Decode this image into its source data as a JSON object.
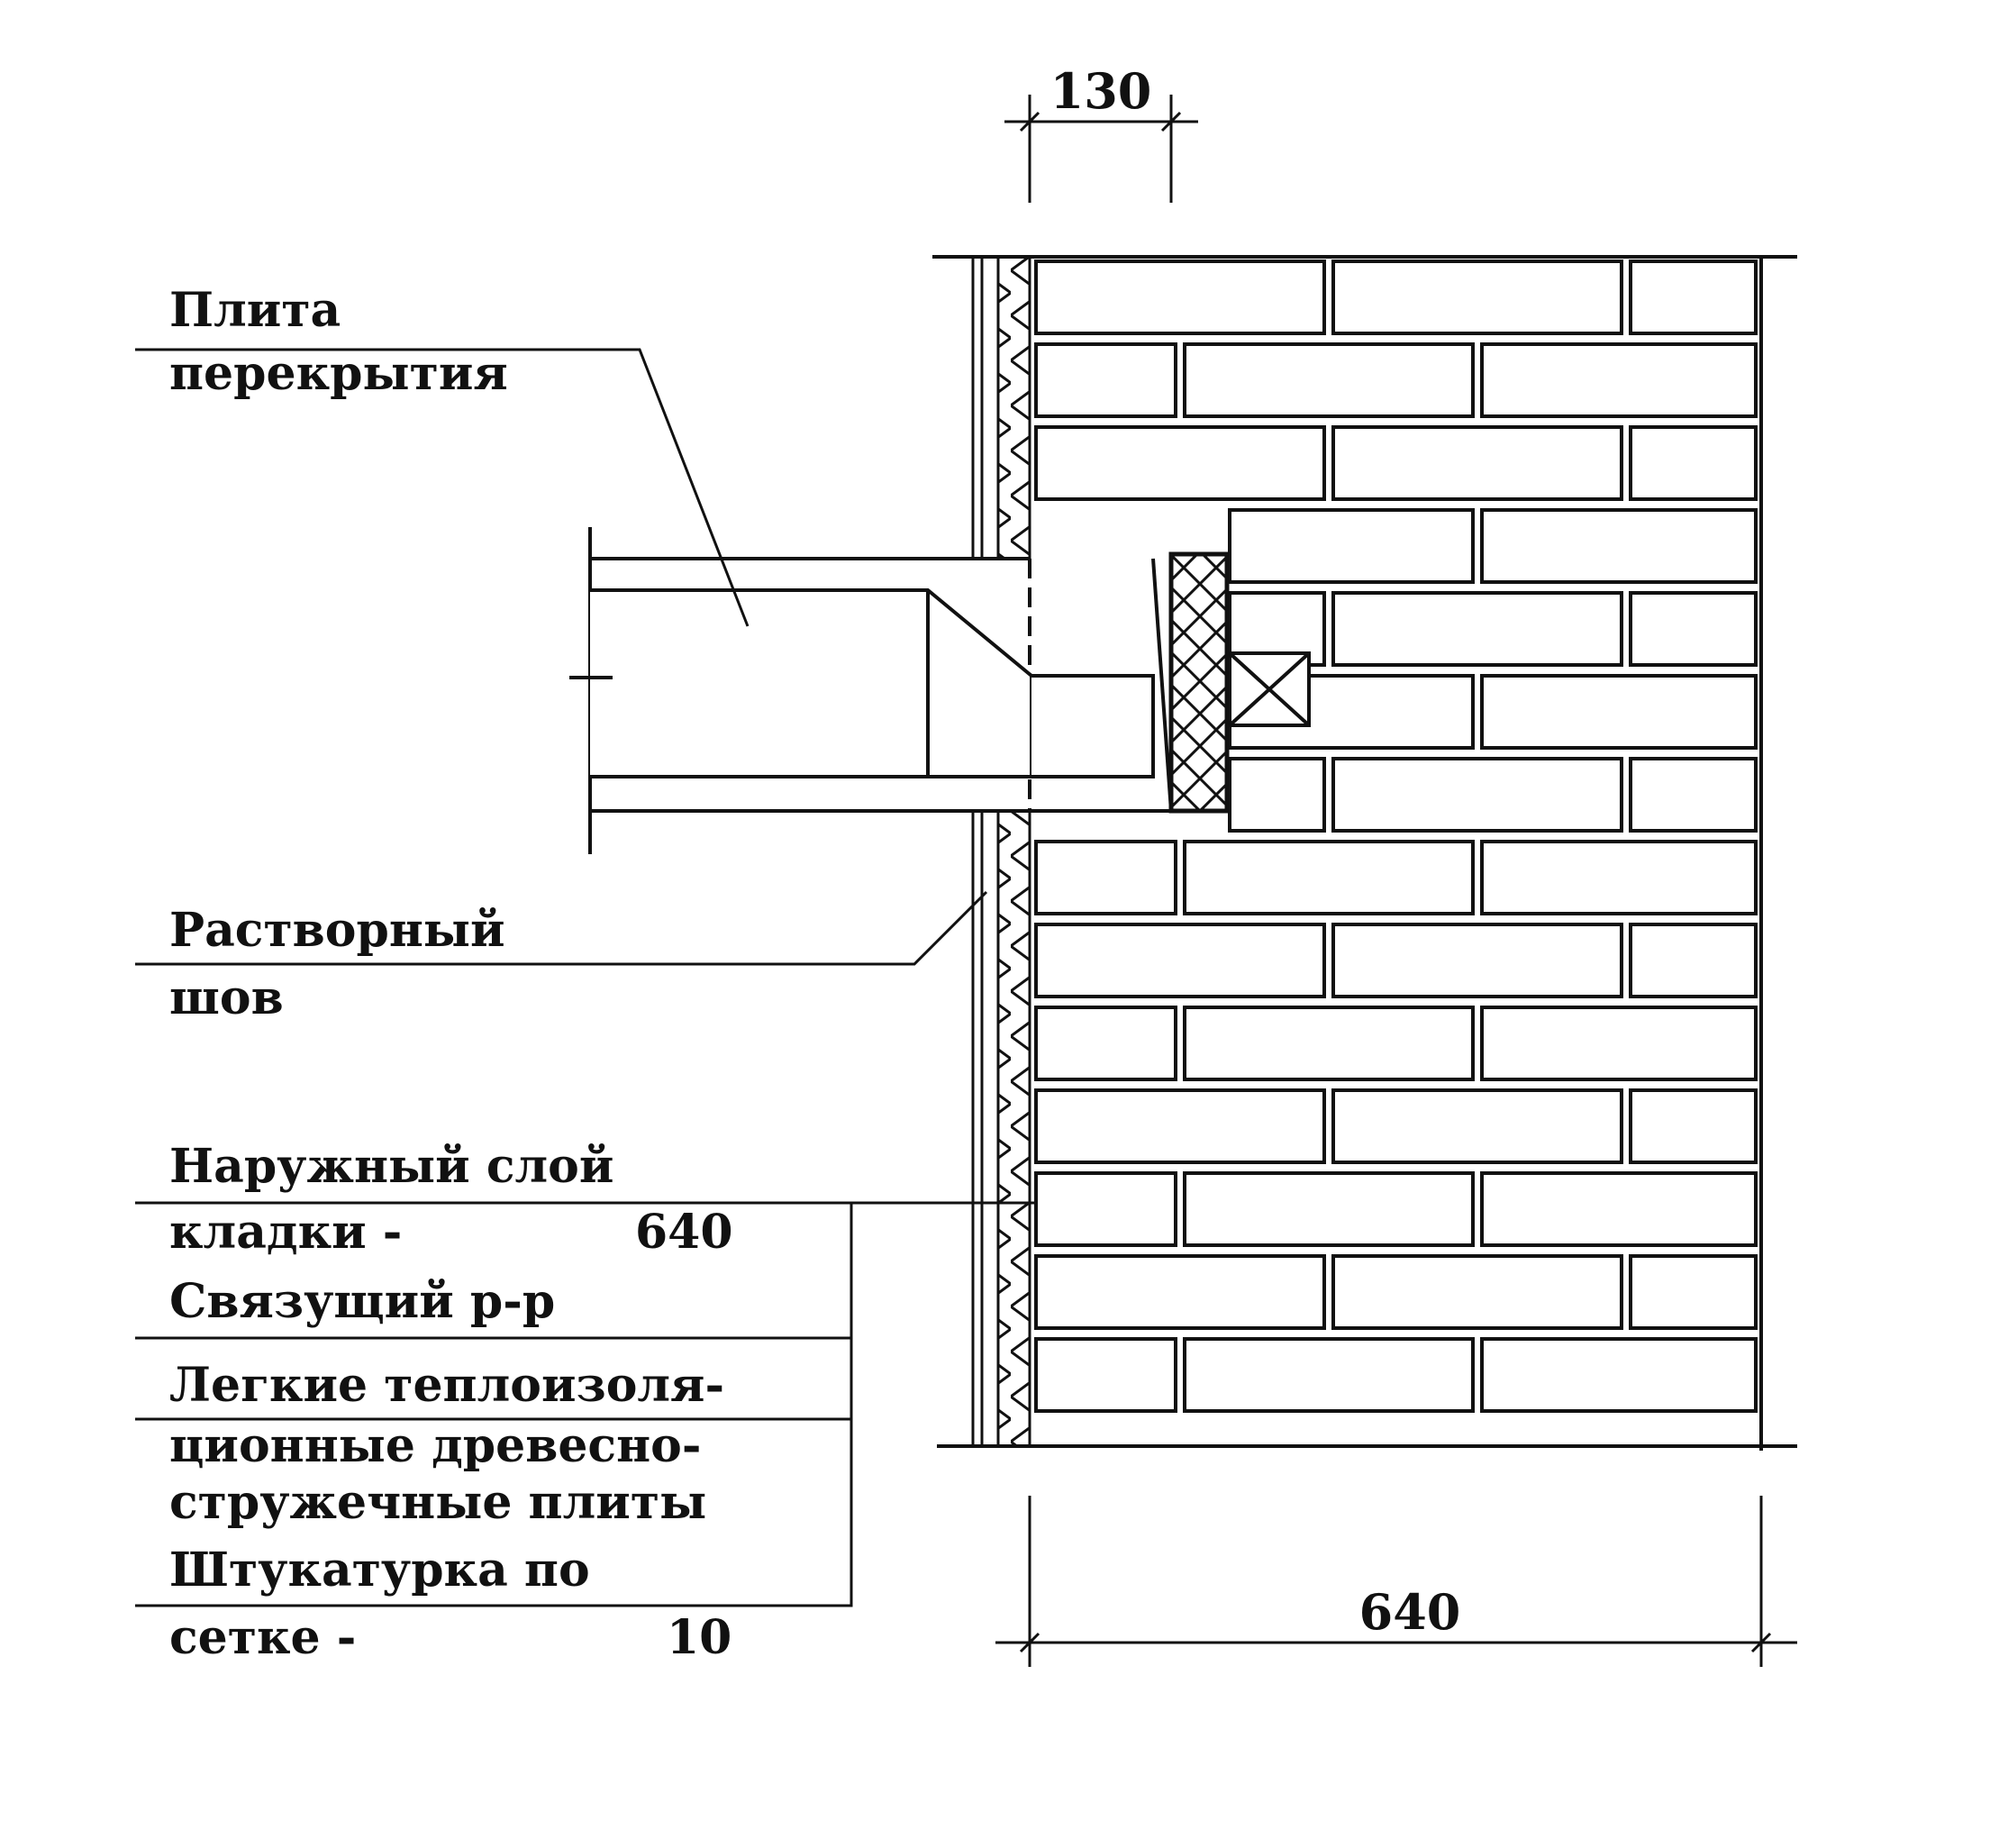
{
  "labels": {
    "slab_line1": "Плита",
    "slab_line2": "перекрытия",
    "seam_line1": "Растворный",
    "seam_line2": "шов",
    "outer_line1": "Наружный слой",
    "outer_line2": "кладки  -",
    "outer_value": "640",
    "binder": "Связущий р-р",
    "insul_line1": "Легкие теплоизоля-",
    "insul_line2": "ционные древесно-",
    "insul_line3": "стружечные плиты",
    "plaster_line1": "Штукатурка по",
    "plaster_line2": "сетке  -",
    "plaster_value": "10"
  },
  "dimensions": {
    "top": "130",
    "bottom": "640"
  },
  "colors": {
    "ink": "#111111",
    "paper": "#ffffff"
  }
}
